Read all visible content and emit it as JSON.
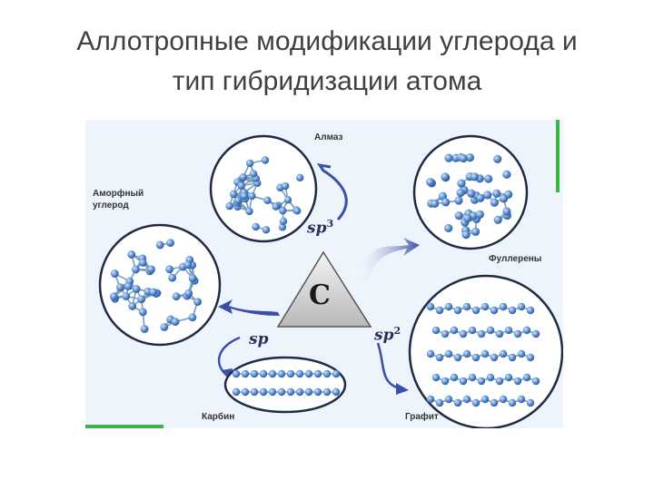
{
  "title": {
    "line1": "Аллотропные модификации углерода и",
    "line2": "тип гибридизации атома"
  },
  "diagram": {
    "center": {
      "symbol": "C"
    },
    "hybridizations": {
      "sp3": {
        "base": "sp",
        "sup": "3"
      },
      "sp2": {
        "base": "sp",
        "sup": "2"
      },
      "sp": {
        "base": "sp",
        "sup": ""
      }
    },
    "allotropes": {
      "diamond": "Алмаз",
      "amorphous_line1": "Аморфный",
      "amorphous_line2": "углерод",
      "fullerenes": "Фуллерены",
      "carbyne": "Карбин",
      "graphite": "Графит"
    },
    "colors": {
      "atom": "#5b8fd0",
      "bond": "#7e9cc0",
      "arrow": "#3a4fa8",
      "circle_fill": "#ffffff",
      "accent": "#3cb449"
    }
  }
}
